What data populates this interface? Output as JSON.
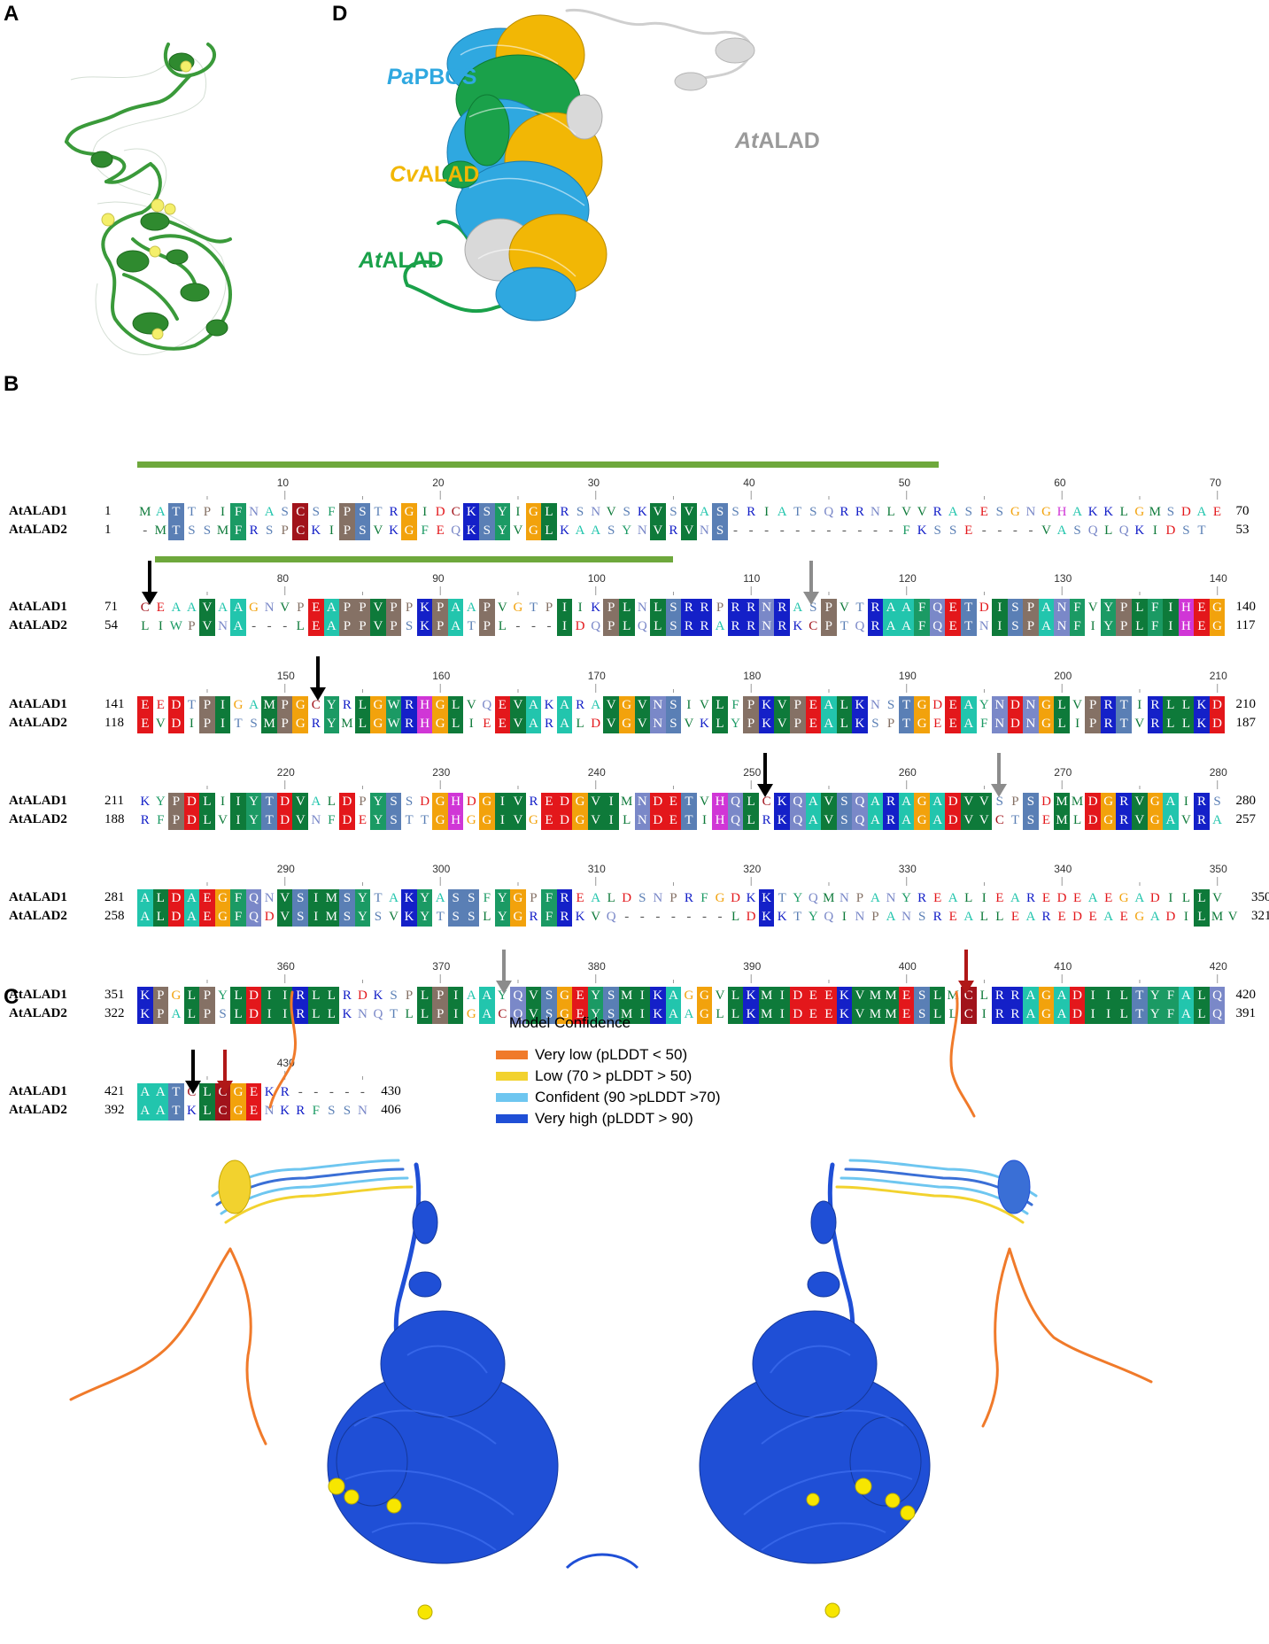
{
  "panels": {
    "a": "A",
    "b": "B",
    "c": "C",
    "d": "D"
  },
  "structure_labels": {
    "pa_prefix": "Pa",
    "pa_suffix": "PBGS",
    "at_grey_prefix": "At",
    "at_grey_suffix": "ALAD",
    "cv_prefix": "Cv",
    "cv_suffix": "ALAD",
    "at_green_prefix": "At",
    "at_green_suffix": "ALAD"
  },
  "colors": {
    "pa": "#2fa8e0",
    "cv": "#f2b705",
    "at_green": "#1aa14a",
    "at_grey": "#9a9a9a",
    "protein_green": "#3a9a3a",
    "very_high": "#1f4fd6",
    "confident": "#6ec6f0",
    "low": "#f2d22e",
    "very_low": "#f07a2a"
  },
  "alignment": {
    "name1": "AtALAD1",
    "name2": "AtALAD2",
    "blocks": [
      {
        "s1": "1",
        "e1": "70",
        "s2": "1",
        "e2": "53",
        "seq1": "MATTPIFNASCSFPSTRGIDCKSYIGLRSNVSKVSVASSRIATSQRRNLVVRASESGNGHAKKLGMSDAE",
        "seq2": "-MTSSMFRSPCKIPSVKGFEQKSYVGLKAASYNVRVNS-----------FKSSE----VASQLQKIDST",
        "ticks": [
          "10",
          "20",
          "30",
          "40",
          "50",
          "60",
          "70"
        ]
      },
      {
        "s1": "71",
        "e1": "140",
        "s2": "54",
        "e2": "117",
        "seq1": "CEAAVAAGNVPEAPPVPPKPAAPVGTPIIKPLNLSRRPRRNRASPVTRAAFQETDISPANFVYPLFIHEG",
        "seq2": "LIWPVNA---LEAPPVPSKPATPL---IDQPLQLSRRARRNRKCPTQRAAFQETNISPANFIYPLFIHEG",
        "ticks": [
          "80",
          "90",
          "100",
          "110",
          "120",
          "130",
          "140"
        ]
      },
      {
        "s1": "141",
        "e1": "210",
        "s2": "118",
        "e2": "187",
        "seq1": "EEDTPIGAMPGCYRLGWRHGLVQEVAKARAVGVNSIVLFPKVPEALKNSTGDEAYNDNGLVPRTIRLLKD",
        "seq2": "EVDIPITSMPGRYMLGWRHGLIEEVARALDVGVNSVKLYPKVPEALKSPTGEEAFNDNGLIPRTVRLLKD",
        "ticks": [
          "150",
          "160",
          "170",
          "180",
          "190",
          "200",
          "210"
        ]
      },
      {
        "s1": "211",
        "e1": "280",
        "s2": "188",
        "e2": "257",
        "seq1": "KYPDLIIYTDVALDPYSSDGHDGIVREDGVIMNDETVHQLCKQAVSQARAGADVVSPSDMMDGRVGAIRS",
        "seq2": "RFPDLVIYTDVNFDEYSTTGHGGIVGEDGVILNDETIHQLRKQAVSQARAGADVVCTSEMLDGRVGAVRA",
        "ticks": [
          "220",
          "230",
          "240",
          "250",
          "260",
          "270",
          "280"
        ]
      },
      {
        "s1": "281",
        "e1": "350",
        "s2": "258",
        "e2": "321",
        "seq1": "ALDAEGFQNVSIMSYTAKYASSFYGPFREALDSNPRFGDKKTYQMNPANYREALIEAREDEAEGADILLV",
        "seq2": "ALDAEGFQDVSIMSYSVKYTSSLYGRFRKVQ-------LDKKTYQINPANSREALLEAREDEAEGADILMV",
        "ticks": [
          "290",
          "300",
          "310",
          "320",
          "330",
          "340",
          "350"
        ]
      },
      {
        "s1": "351",
        "e1": "420",
        "s2": "322",
        "e2": "391",
        "seq1": "KPGLPYLDIIRLLRDKSPLPIAAYQVSGEYSMIKAGGVLKMIDEEKVMMESLMCLRRAGADIILTYFALQ",
        "seq2": "KPALPSLDIIRLLKNQTLLPIGACQVSGEYSMIKAAGLLKMIDEEKVMMESLLCIRRAGADIILTYFALQ",
        "ticks": [
          "360",
          "370",
          "380",
          "390",
          "400",
          "410",
          "420"
        ]
      },
      {
        "s1": "421",
        "e1": "430",
        "s2": "392",
        "e2": "406",
        "seq1": "AATCLCGEKR-----",
        "seq2": "AATKLCGENKRFSSN",
        "ticks": [
          "430"
        ]
      }
    ]
  },
  "legend": {
    "title": "Model Confidence",
    "items": [
      {
        "label": "Very low (pLDDT < 50)",
        "color": "#f07a2a"
      },
      {
        "label": "Low (70 > pLDDT > 50)",
        "color": "#f2d22e"
      },
      {
        "label": "Confident (90 >pLDDT >70)",
        "color": "#6ec6f0"
      },
      {
        "label": "Very high (pLDDT > 90)",
        "color": "#1f4fd6"
      }
    ]
  }
}
